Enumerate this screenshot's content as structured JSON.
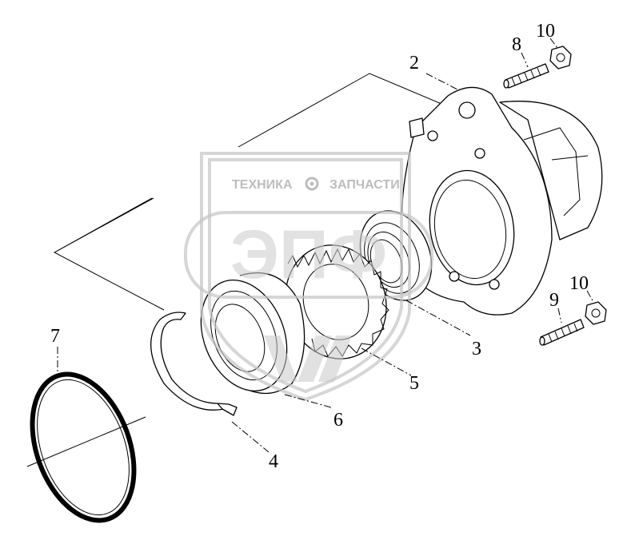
{
  "callouts": {
    "c2": "2",
    "c3": "3",
    "c4": "4",
    "c5": "5",
    "c6": "6",
    "c7": "7",
    "c8": "8",
    "c9": "9",
    "c10a": "10",
    "c10b": "10"
  },
  "watermark": {
    "left_word": "ТЕХНИКА",
    "right_word": "ЗАПЧАСТИ",
    "logo_letters": "ЭПФ",
    "icon": "gear-icon",
    "color": "#c4c4c4"
  },
  "colors": {
    "line": "#000000",
    "background": "#ffffff"
  }
}
